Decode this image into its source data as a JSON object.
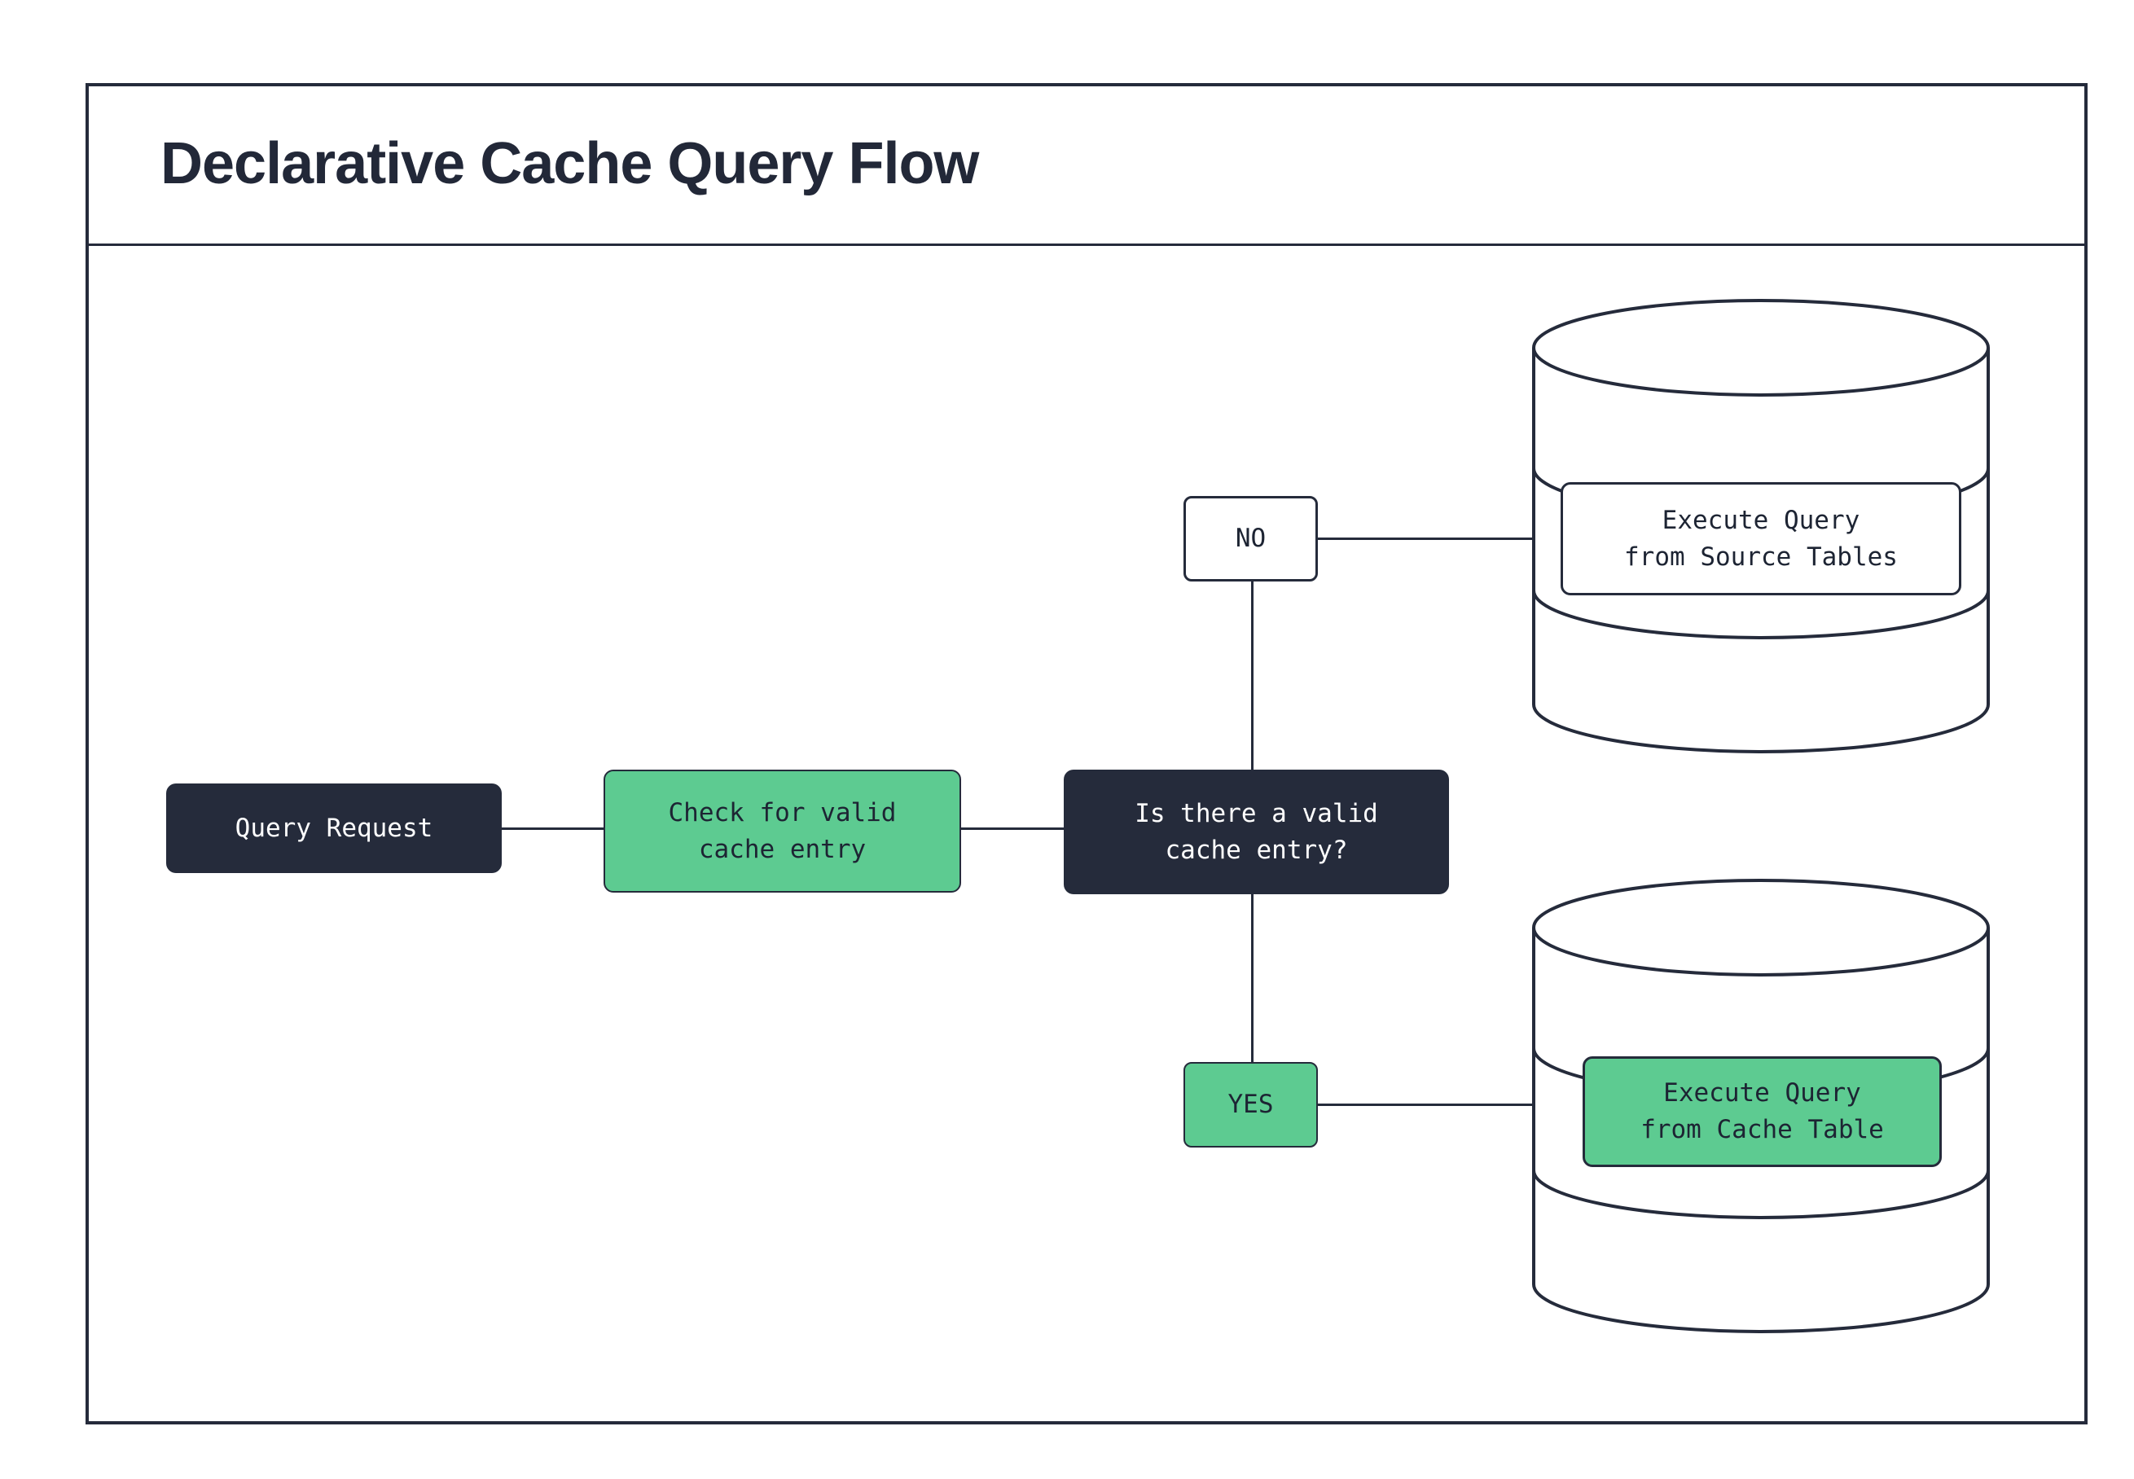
{
  "title": "Declarative Cache Query Flow",
  "colors": {
    "dark": "#252b3b",
    "green": "#5dcb91",
    "white": "#ffffff"
  },
  "nodes": {
    "query_request": {
      "label": "Query Request"
    },
    "check": {
      "line1": "Check for valid",
      "line2": "cache entry"
    },
    "decision": {
      "line1": "Is there a valid",
      "line2": "cache entry?"
    },
    "no": {
      "label": "NO"
    },
    "yes": {
      "label": "YES"
    },
    "source_db": {
      "line1": "Execute Query",
      "line2": "from Source Tables"
    },
    "cache_db": {
      "line1": "Execute Query",
      "line2": "from Cache Table"
    }
  }
}
